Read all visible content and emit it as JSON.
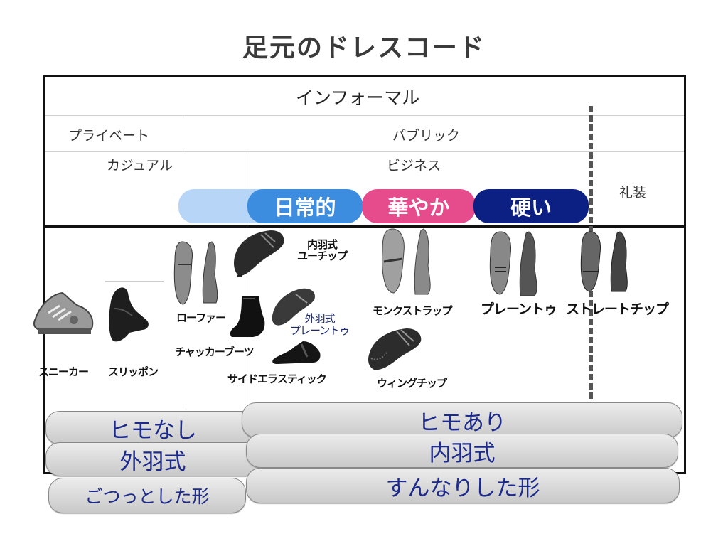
{
  "title": "足元のドレスコード",
  "header": {
    "informal": "インフォーマル",
    "private": "プライベート",
    "public": "パブリック",
    "casual": "カジュアル",
    "business": "ビジネス",
    "formal": "礼装"
  },
  "pills": {
    "everyday": "日常的",
    "flashy": "華やか",
    "stiff": "硬い"
  },
  "colors": {
    "light_blue": "#b7d6f7",
    "everyday": "#3c8ce0",
    "flashy": "#e64b8c",
    "stiff": "#0c1f82",
    "bar_text": "#1c2a8c"
  },
  "shoes": {
    "sneaker": "スニーカー",
    "slipon": "スリッポン",
    "loafer": "ローファー",
    "chukka": "チャッカーブーツ",
    "uchibane_utip": "内羽式\nユーチップ",
    "sidegore": "サイドエラスティック",
    "sotobane_plain": "外羽式\nプレーントゥ",
    "monkstrap": "モンクストラップ",
    "wingtip": "ウィングチップ",
    "plaintoe": "プレーントゥ",
    "straighttip": "ストレートチップ"
  },
  "bars": {
    "no_laces": "ヒモなし",
    "laces": "ヒモあり",
    "sotobane": "外羽式",
    "uchibane": "内羽式",
    "chunky": "ごつっとした形",
    "sleek": "すんなりした形"
  }
}
